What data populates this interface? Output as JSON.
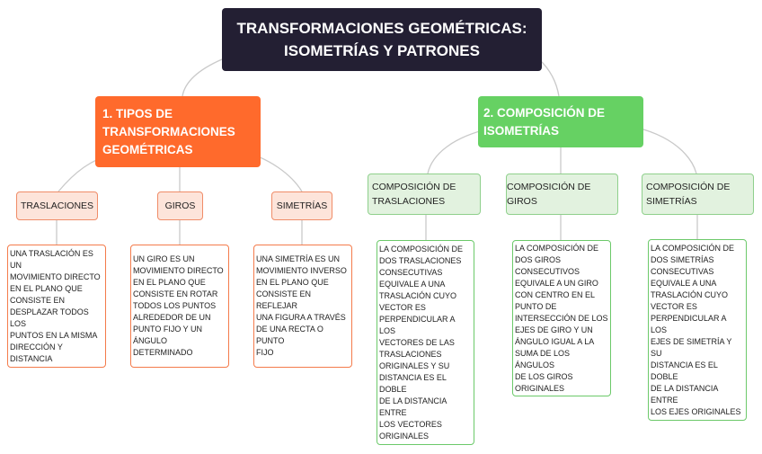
{
  "root": {
    "title": "TRANSFORMACIONES GEOMÉTRICAS:\nISOMETRÍAS Y PATRONES"
  },
  "section1": {
    "title": "1. TIPOS DE\nTRANSFORMACIONES\nGEOMÉTRICAS",
    "items": [
      {
        "label": "TRASLACIONES",
        "description": "UNA TRASLACIÓN ES UN\nMOVIMIENTO DIRECTO\nEN EL PLANO QUE\nCONSISTE EN\nDESPLAZAR TODOS LOS\nPUNTOS EN LA MISMA\nDIRECCIÓN Y DISTANCIA"
      },
      {
        "label": "GIROS",
        "description": "UN GIRO ES UN\nMOVIMIENTO DIRECTO\nEN EL PLANO QUE\nCONSISTE EN ROTAR\nTODOS LOS PUNTOS\nALREDEDOR DE UN\nPUNTO FIJO Y UN\nÁNGULO DETERMINADO"
      },
      {
        "label": "SIMETRÍAS",
        "description": "UNA SIMETRÍA ES UN\nMOVIMIENTO INVERSO\nEN EL PLANO QUE\nCONSISTE EN REFLEJAR\nUNA FIGURA A TRAVÉS\nDE UNA RECTA O PUNTO\nFIJO"
      }
    ]
  },
  "section2": {
    "title": "2. COMPOSICIÓN DE\nISOMETRÍAS",
    "items": [
      {
        "label": "COMPOSICIÓN DE\nTRASLACIONES",
        "description": "LA COMPOSICIÓN DE\nDOS TRASLACIONES\nCONSECUTIVAS\nEQUIVALE A UNA\nTRASLACIÓN CUYO\nVECTOR ES\nPERPENDICULAR A LOS\nVECTORES DE LAS\nTRASLACIONES\nORIGINALES Y SU\nDISTANCIA ES EL DOBLE\nDE LA DISTANCIA ENTRE\nLOS VECTORES\nORIGINALES"
      },
      {
        "label": "COMPOSICIÓN DE GIROS",
        "description": "LA COMPOSICIÓN DE\nDOS GIROS\nCONSECUTIVOS\nEQUIVALE A UN GIRO\nCON CENTRO EN EL\nPUNTO DE\nINTERSECCIÓN DE LOS\nEJES DE GIRO Y UN\nÁNGULO IGUAL A LA\nSUMA DE LOS ÁNGULOS\nDE LOS GIROS\nORIGINALES"
      },
      {
        "label": "COMPOSICIÓN DE\nSIMETRÍAS",
        "description": "LA COMPOSICIÓN DE\nDOS SIMETRÍAS\nCONSECUTIVAS\nEQUIVALE A UNA\nTRASLACIÓN CUYO\nVECTOR ES\nPERPENDICULAR A LOS\nEJES DE SIMETRÍA Y SU\nDISTANCIA ES EL DOBLE\nDE LA DISTANCIA ENTRE\nLOS EJES ORIGINALES"
      }
    ]
  },
  "colors": {
    "root": "#231f33",
    "section1": "#ff6a2c",
    "section2": "#66d163",
    "connector": "#c9c9c9"
  }
}
